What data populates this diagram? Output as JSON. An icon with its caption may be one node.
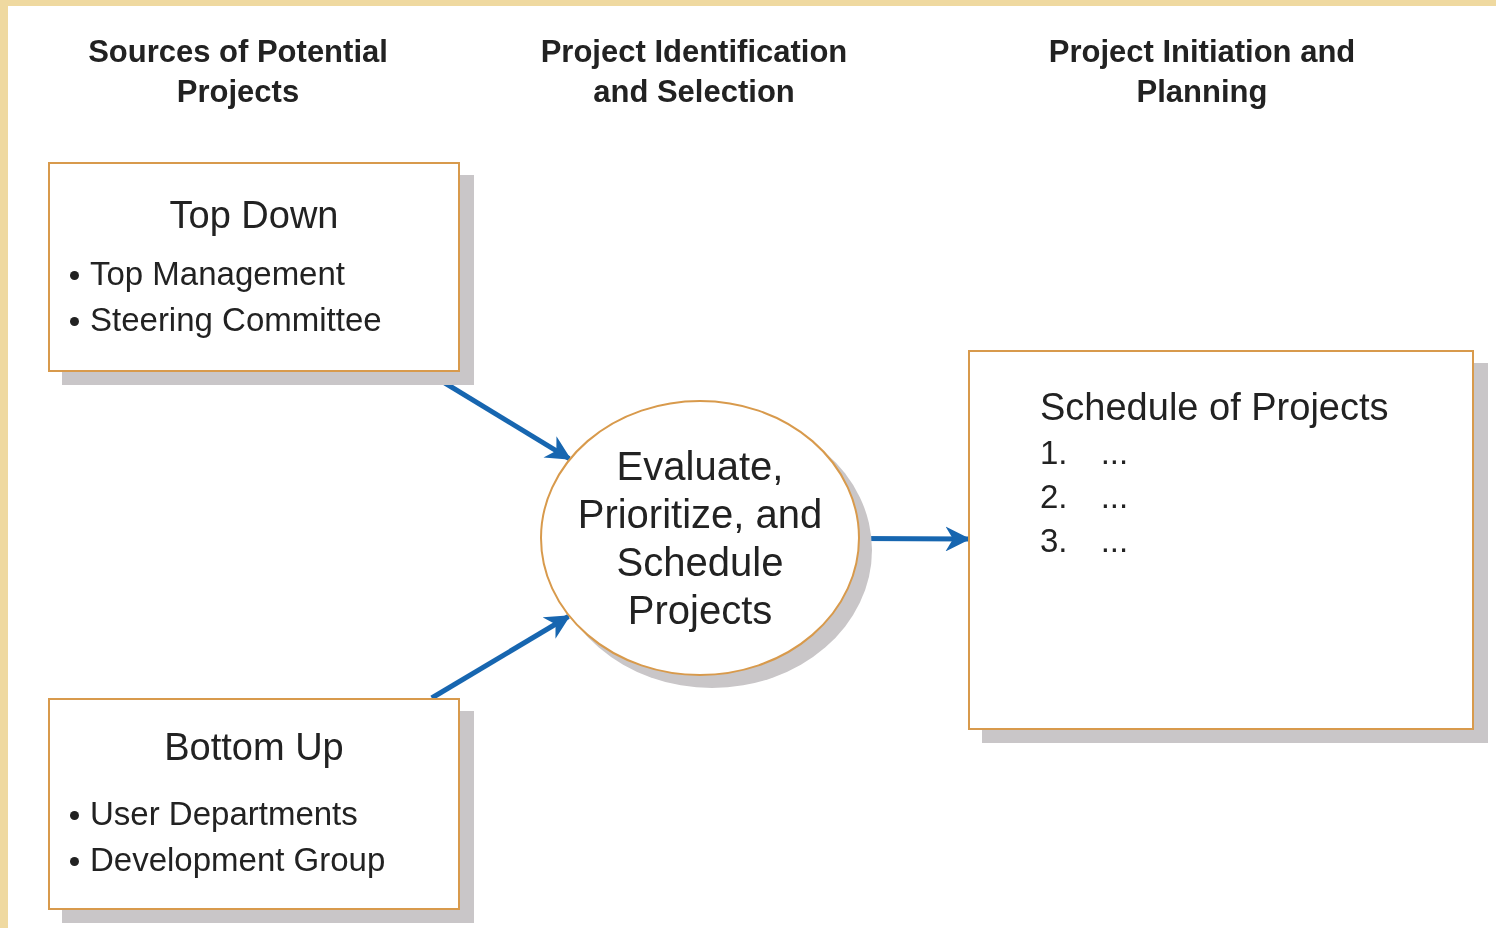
{
  "diagram": {
    "nodes": [
      {
        "text": [
          "Top Down",
          "Top Management",
          "Steering Committee"
        ]
      },
      {
        "text": [
          "Bottom Up",
          "User Departments",
          "Development Group"
        ]
      },
      {
        "text": [
          "Evaluate, Prioritize, and Schedule Projects"
        ]
      },
      {
        "text": [
          "Schedule of Projects",
          "1. ...",
          "2. ...",
          "3. ..."
        ]
      }
    ],
    "edges": [
      {
        "from": 0,
        "to": 2,
        "arrow": "to"
      },
      {
        "from": 1,
        "to": 2,
        "arrow": "to"
      },
      {
        "from": 2,
        "to": 3,
        "arrow": "to"
      }
    ],
    "labels": [
      "Sources of Potential Projects",
      "Project Identification and Selection",
      "Project Initiation and Planning"
    ]
  }
}
